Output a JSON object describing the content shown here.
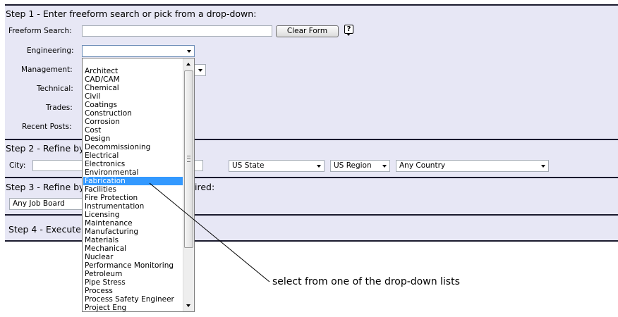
{
  "step1": {
    "title": "Step 1 - Enter freeform search or pick from a drop-down:",
    "freeform_label": "Freeform Search:",
    "freeform_value": "",
    "clear_button": "Clear Form",
    "help_glyph": "?",
    "engineering_label": "Engineering:",
    "engineering_value": "",
    "management_label": "Management:",
    "technical_label": "Technical:",
    "trades_label": "Trades:",
    "recent_posts_label": "Recent Posts:"
  },
  "step2": {
    "title_visible": "Step 2 - Refine by",
    "city_label": "City:",
    "city_value": "",
    "state_value": "US State",
    "region_value": "US Region",
    "country_value": "Any Country"
  },
  "step3": {
    "title_left": "Step 3 - Refine by",
    "title_right": "ired:",
    "job_board_value": "Any Job Board"
  },
  "step4": {
    "title_visible": "Step 4 - Execute"
  },
  "engineering_dropdown": {
    "selected": "Fabrication",
    "options": [
      "Architect",
      "CAD/CAM",
      "Chemical",
      "Civil",
      "Coatings",
      "Construction",
      "Corrosion",
      "Cost",
      "Design",
      "Decommissioning",
      "Electrical",
      "Electronics",
      "Environmental",
      "Fabrication",
      "Facilities",
      "Fire Protection",
      "Instrumentation",
      "Licensing",
      "Maintenance",
      "Manufacturing",
      "Materials",
      "Mechanical",
      "Nuclear",
      "Performance Monitoring",
      "Petroleum",
      "Pipe Stress",
      "Process",
      "Process Safety Engineer",
      "Project Eng"
    ]
  },
  "annotation": "select from one of the drop-down lists",
  "colors": {
    "panel": "#e7e7f5",
    "rule": "#1a1a2e",
    "selection": "#3399ff"
  }
}
